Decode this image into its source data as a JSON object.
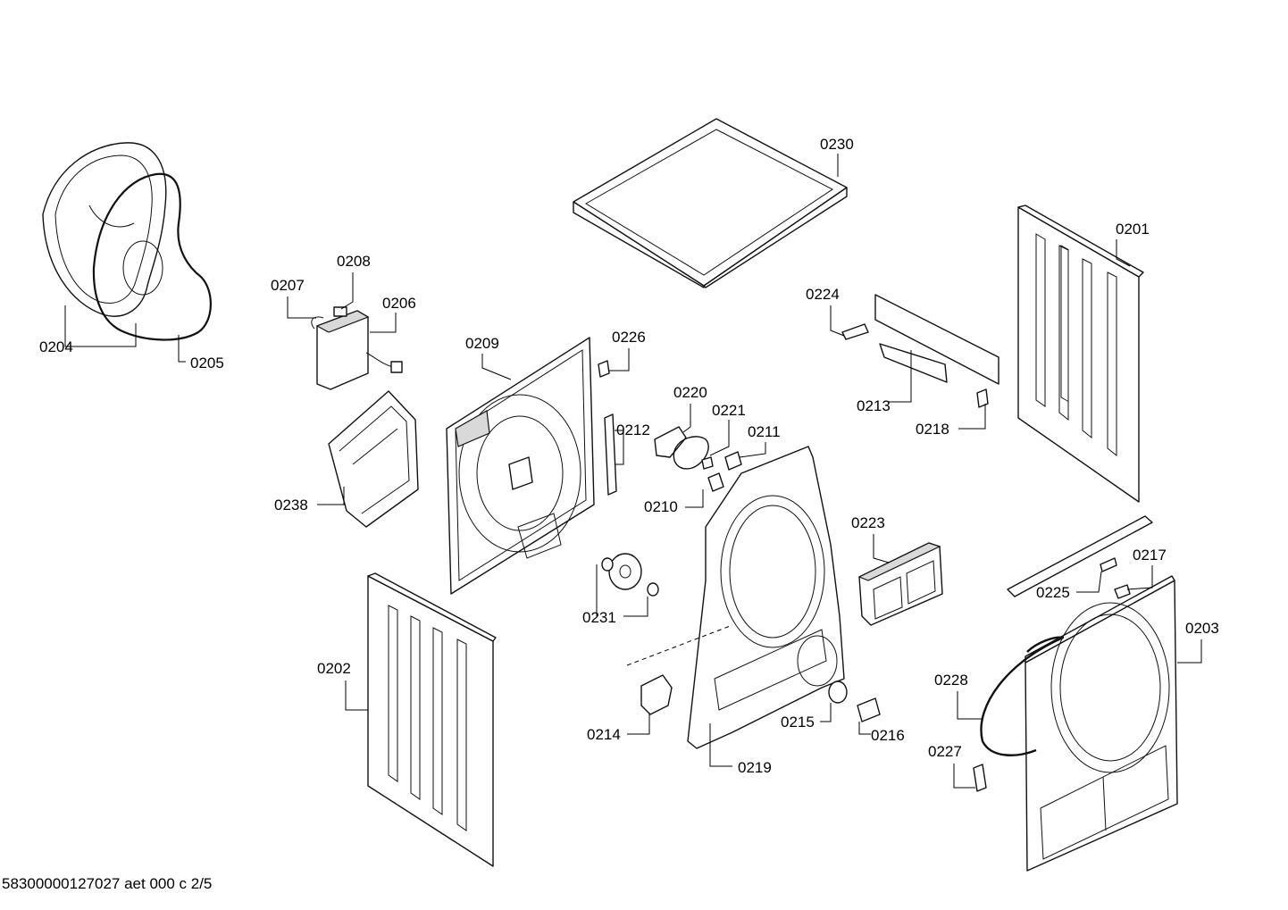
{
  "diagram": {
    "footer": "58300000127027 aet 000 c 2/5",
    "labels": {
      "p0201": "0201",
      "p0202": "0202",
      "p0203": "0203",
      "p0204": "0204",
      "p0205": "0205",
      "p0206": "0206",
      "p0207": "0207",
      "p0208": "0208",
      "p0209": "0209",
      "p0210": "0210",
      "p0211": "0211",
      "p0212": "0212",
      "p0213": "0213",
      "p0214": "0214",
      "p0215": "0215",
      "p0216": "0216",
      "p0217": "0217",
      "p0218": "0218",
      "p0219": "0219",
      "p0220": "0220",
      "p0221": "0221",
      "p0223": "0223",
      "p0224": "0224",
      "p0225": "0225",
      "p0226": "0226",
      "p0227": "0227",
      "p0228": "0228",
      "p0230": "0230",
      "p0231": "0231",
      "p0238": "0238"
    }
  }
}
